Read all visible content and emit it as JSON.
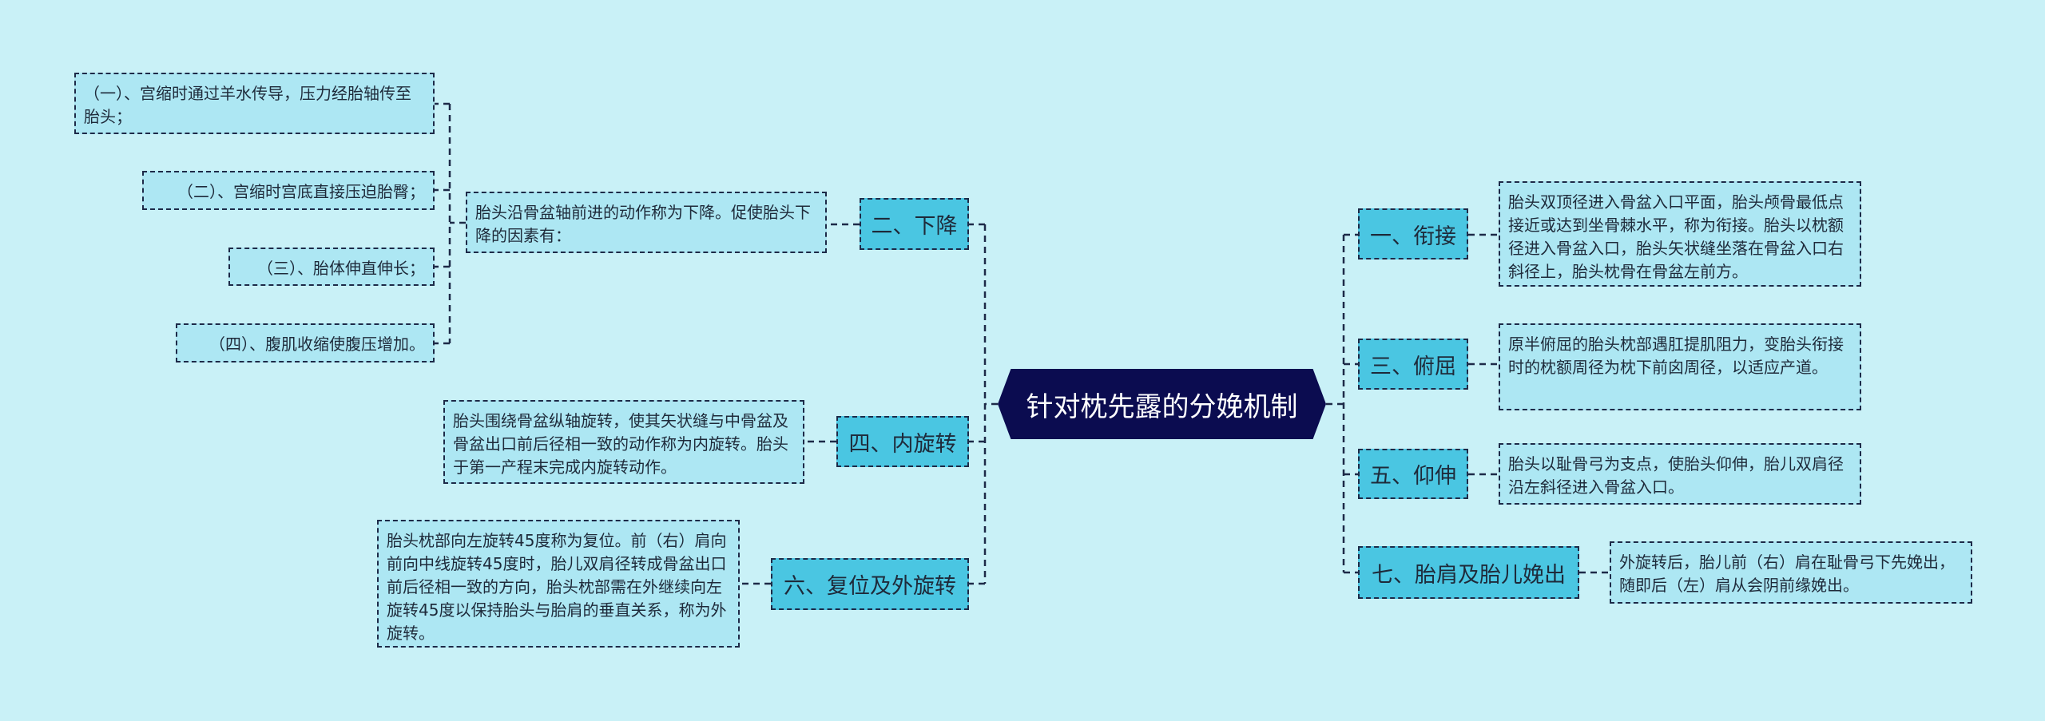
{
  "root": {
    "title": "针对枕先露的分娩机制"
  },
  "left": [
    {
      "label": "二、下降",
      "desc": "胎头沿骨盆轴前进的动作称为下降。促使胎头下降的因素有：",
      "factors": [
        "（一）、宫缩时通过羊水传导，压力经胎轴传至胎头；",
        "（二）、宫缩时宫底直接压迫胎臀；",
        "（三）、胎体伸直伸长；",
        "（四）、腹肌收缩使腹压增加。"
      ]
    },
    {
      "label": "四、内旋转",
      "desc": "胎头围绕骨盆纵轴旋转，使其矢状缝与中骨盆及骨盆出口前后径相一致的动作称为内旋转。胎头于第一产程末完成内旋转动作。"
    },
    {
      "label": "六、复位及外旋转",
      "desc": "胎头枕部向左旋转45度称为复位。前（右）肩向前向中线旋转45度时，胎儿双肩径转成骨盆出口前后径相一致的方向，胎头枕部需在外继续向左旋转45度以保持胎头与胎肩的垂直关系，称为外旋转。"
    }
  ],
  "right": [
    {
      "label": "一、衔接",
      "desc": "胎头双顶径进入骨盆入口平面，胎头颅骨最低点接近或达到坐骨棘水平，称为衔接。胎头以枕额径进入骨盆入口，胎头矢状缝坐落在骨盆入口右斜径上，胎头枕骨在骨盆左前方。"
    },
    {
      "label": "三、俯屈",
      "desc": "原半俯屈的胎头枕部遇肛提肌阻力，变胎头衔接时的枕额周径为枕下前囟周径，以适应产道。"
    },
    {
      "label": "五、仰伸",
      "desc": "胎头以耻骨弓为支点，使胎头仰伸，胎儿双肩径沿左斜径进入骨盆入口。"
    },
    {
      "label": "七、胎肩及胎儿娩出",
      "desc": "外旋转后，胎儿前（右）肩在耻骨弓下先娩出，随即后（左）肩从会阴前缘娩出。"
    }
  ],
  "colors": {
    "background": "#c9f1f7",
    "root": "#0b0c50",
    "branch": "#4ac6e2",
    "leaf": "#ade7f3",
    "line": "#1d2a48"
  }
}
